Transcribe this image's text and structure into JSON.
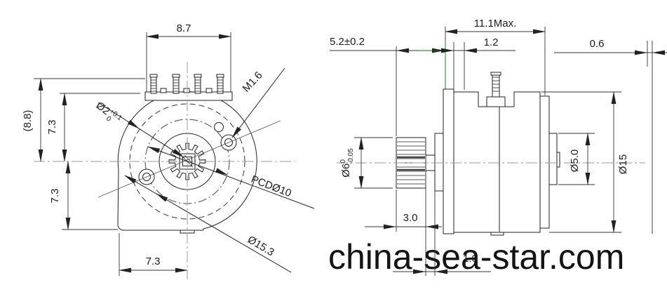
{
  "drawing": {
    "front_view": {
      "dim_width_top": "8.7",
      "dim_height_ref": "(8.8)",
      "dim_height_upper": "7.3",
      "dim_height_lower": "7.3",
      "dim_width_bottom": "7.3",
      "hole_callout": {
        "base": "Ø2",
        "tol_upper": "+0.1",
        "tol_lower": "0"
      },
      "thread_callout": "M1.6",
      "pitch_circle_callout": "PCDØ10",
      "outer_circle_callout": "Ø15.3"
    },
    "side_view": {
      "dim_pinion_to_flange": "5.2±0.2",
      "dim_length_max": "11.1Max.",
      "dim_flange": "1.2",
      "dim_rear": "0.6",
      "pinion_callout": {
        "base": "Ø6",
        "tol_upper": "0",
        "tol_lower": "-0.05"
      },
      "dim_pinion_width": "3.0",
      "dim_shaft_step": "1.0",
      "boss_callout": "Ø5.0",
      "body_callout": "Ø15"
    }
  },
  "watermark": {
    "text": "china-sea-star.com"
  },
  "colors": {
    "line": "#222222",
    "centerline": "#9a9a9a",
    "accent": "#007700",
    "watermark": "#141414"
  }
}
